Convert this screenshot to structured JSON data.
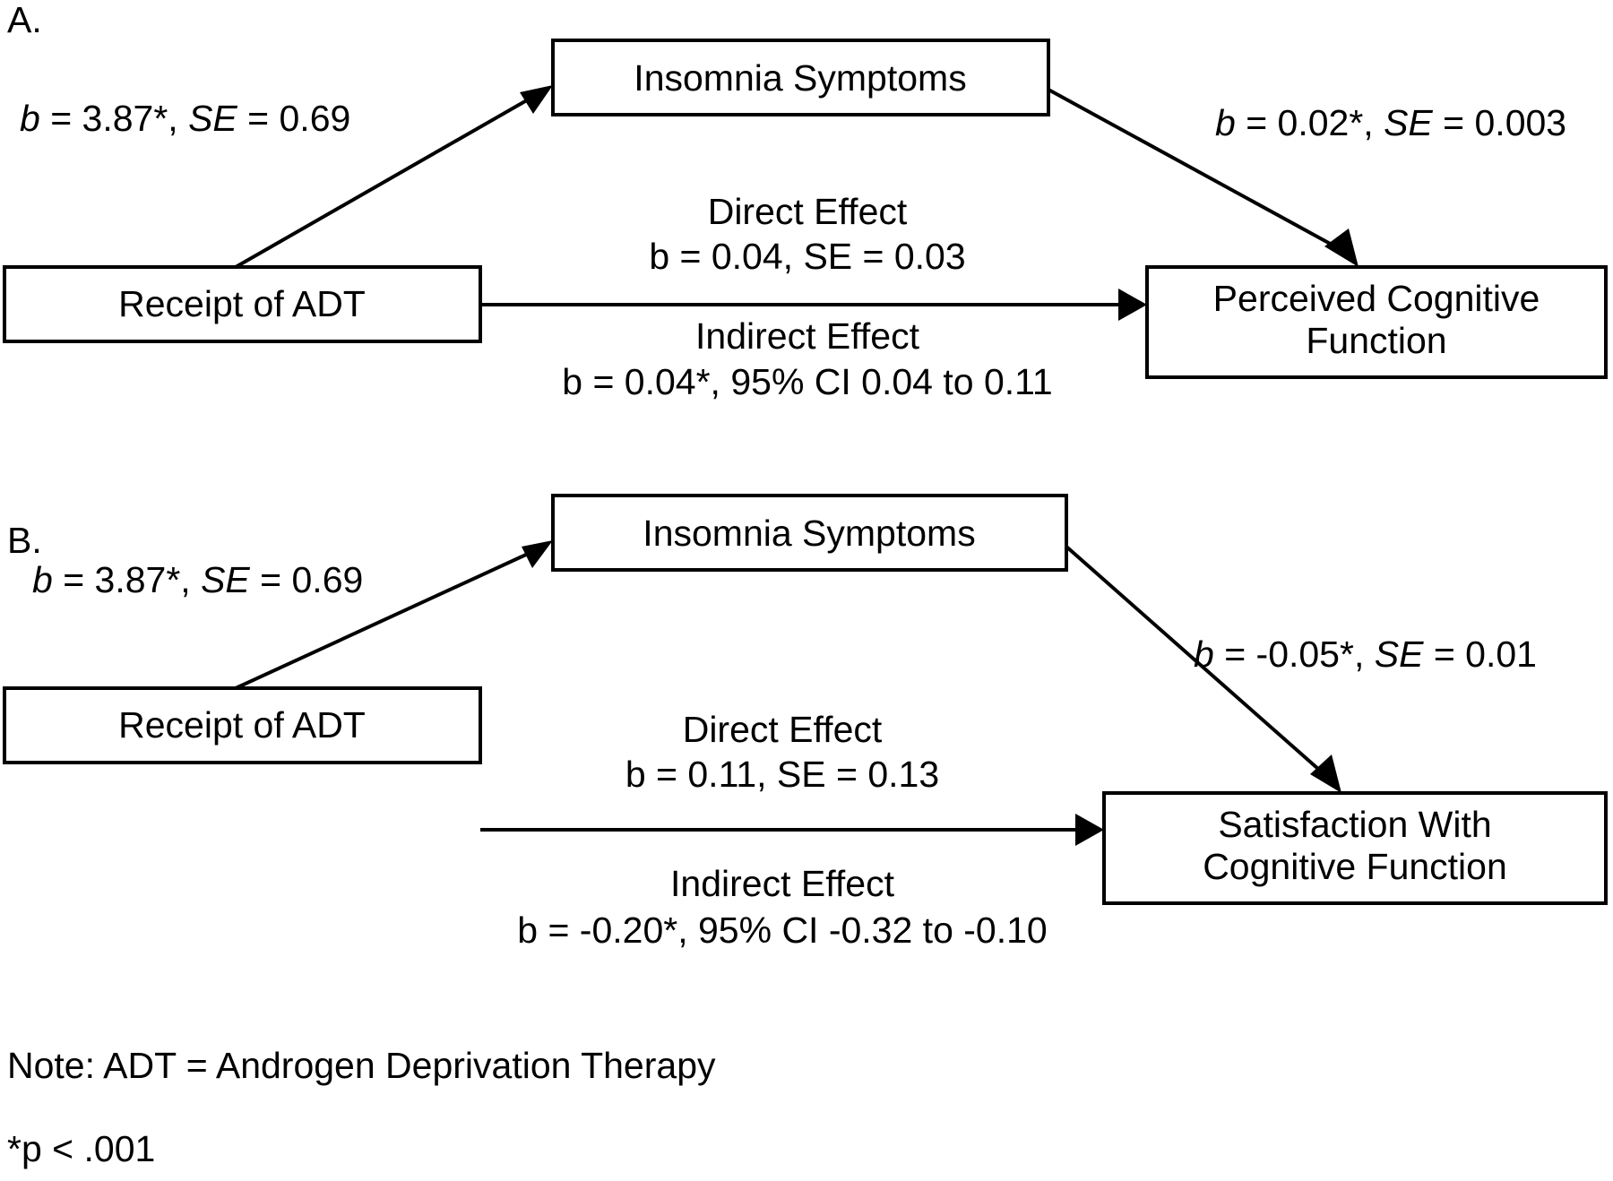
{
  "figure": {
    "type": "mediation-path-diagram",
    "background_color": "#ffffff",
    "line_color": "#000000",
    "text_color": "#000000"
  },
  "panels": [
    {
      "letter": "A.",
      "predictor_box": "Receipt of ADT",
      "mediator_box": "Insomnia Symptoms",
      "outcome_box_line1": "Perceived Cognitive",
      "outcome_box_line2": "Function",
      "a_path_label_b": "b",
      "a_path_label_rest": " = 3.87*, ",
      "a_path_label_se": "SE",
      "a_path_label_se_value": " = 0.69",
      "b_path_label_b": "b",
      "b_path_label_rest": " = 0.02*, ",
      "b_path_label_se": "SE",
      "b_path_label_se_value": " = 0.003",
      "direct_effect_title": "Direct Effect",
      "direct_effect_b": "b",
      "direct_effect_rest": " = 0.04, ",
      "direct_effect_se": "SE",
      "direct_effect_se_value": " = 0.03",
      "indirect_effect_title": "Indirect Effect",
      "indirect_effect_b": "b",
      "indirect_effect_rest": " = 0.04*, 95% CI 0.04 to 0.11"
    },
    {
      "letter": "B.",
      "predictor_box": "Receipt of ADT",
      "mediator_box": "Insomnia Symptoms",
      "outcome_box_line1": "Satisfaction With",
      "outcome_box_line2": "Cognitive Function",
      "a_path_label_b": "b",
      "a_path_label_rest": " = 3.87*, ",
      "a_path_label_se": "SE",
      "a_path_label_se_value": " = 0.69",
      "b_path_label_b": "b",
      "b_path_label_rest": " = -0.05*, ",
      "b_path_label_se": "SE",
      "b_path_label_se_value": " = 0.01",
      "direct_effect_title": "Direct Effect",
      "direct_effect_b": "b",
      "direct_effect_rest": " = 0.11, ",
      "direct_effect_se": "SE",
      "direct_effect_se_value": " = 0.13",
      "indirect_effect_title": "Indirect Effect",
      "indirect_effect_b": "b",
      "indirect_effect_rest": " = -0.20*, 95% CI -0.32 to -0.10"
    }
  ],
  "footer": {
    "note": "Note: ADT = Androgen Deprivation Therapy",
    "significance_star": "*",
    "significance_p": "p",
    "significance_rest": " < .001"
  },
  "chart_data": {
    "type": "diagram",
    "title": "",
    "models": [
      {
        "panel": "A",
        "predictor": "Receipt of ADT",
        "mediator": "Insomnia Symptoms",
        "outcome": "Perceived Cognitive Function",
        "a_path": {
          "b": 3.87,
          "SE": 0.69,
          "significant": true
        },
        "b_path": {
          "b": 0.02,
          "SE": 0.003,
          "significant": true
        },
        "direct_effect": {
          "b": 0.04,
          "SE": 0.03,
          "significant": false
        },
        "indirect_effect": {
          "b": 0.04,
          "ci_level": "95%",
          "ci_low": 0.04,
          "ci_high": 0.11,
          "significant": true
        }
      },
      {
        "panel": "B",
        "predictor": "Receipt of ADT",
        "mediator": "Insomnia Symptoms",
        "outcome": "Satisfaction With Cognitive Function",
        "a_path": {
          "b": 3.87,
          "SE": 0.69,
          "significant": true
        },
        "b_path": {
          "b": -0.05,
          "SE": 0.01,
          "significant": true
        },
        "direct_effect": {
          "b": 0.11,
          "SE": 0.13,
          "significant": false
        },
        "indirect_effect": {
          "b": -0.2,
          "ci_level": "95%",
          "ci_low": -0.32,
          "ci_high": -0.1,
          "significant": true
        }
      }
    ],
    "notes": [
      "Note: ADT = Androgen Deprivation Therapy",
      "*p < .001"
    ]
  }
}
